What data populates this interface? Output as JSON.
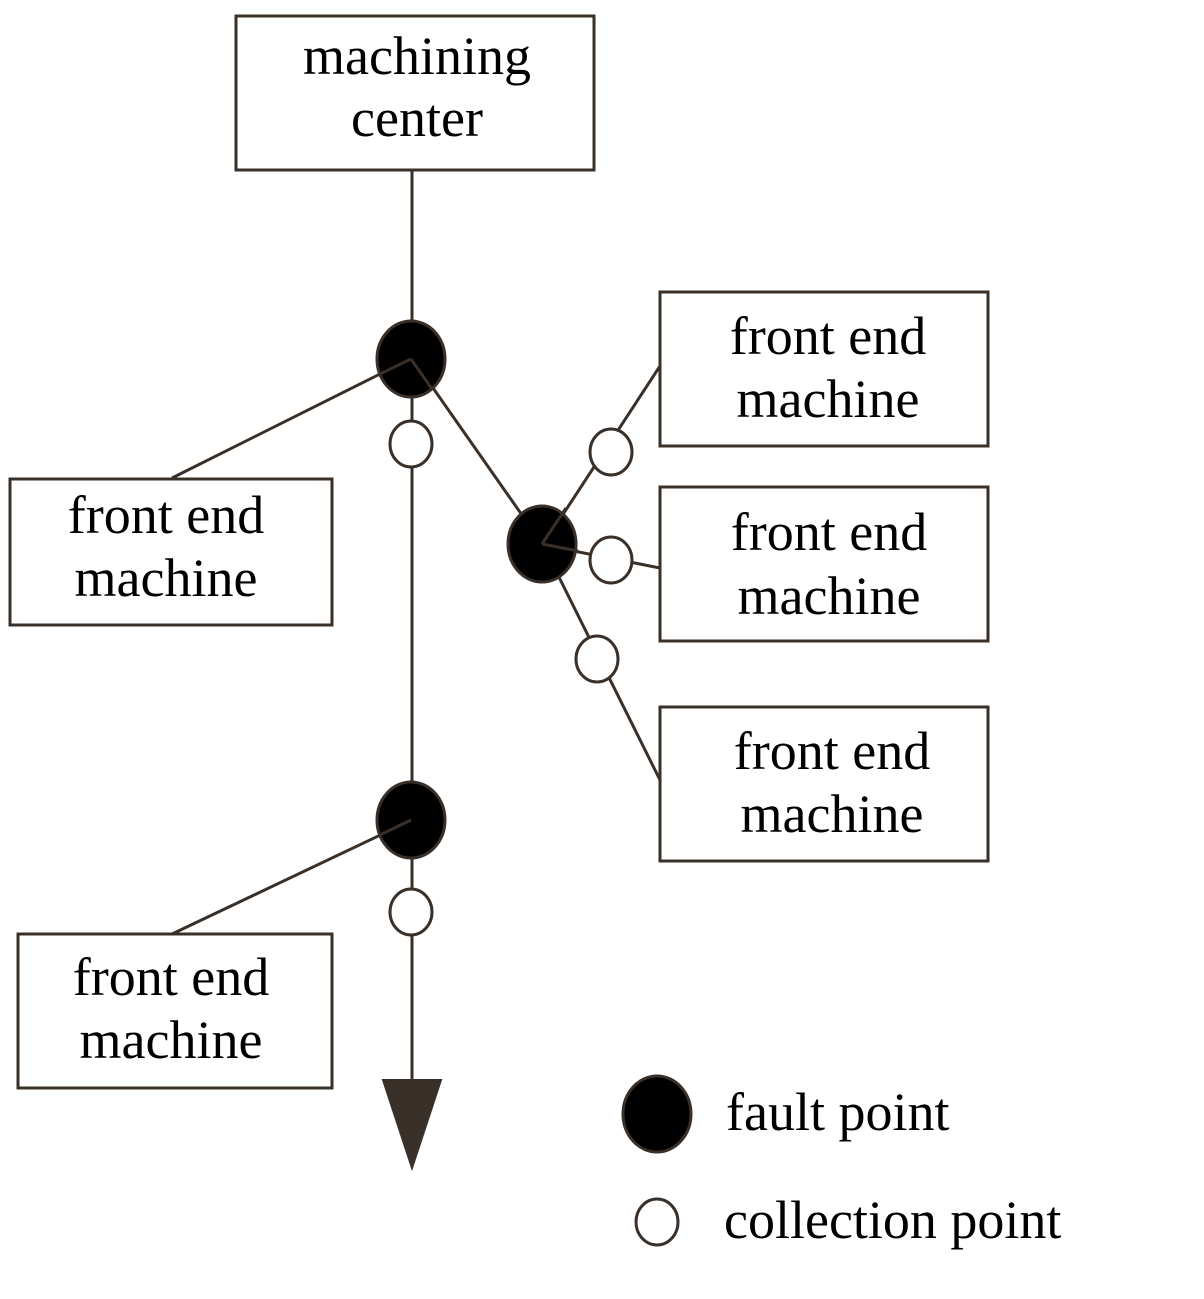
{
  "nodes": {
    "center": {
      "line1": "machining",
      "line2": "center"
    },
    "fem_left_top": {
      "line1": "front end",
      "line2": "machine"
    },
    "fem_left_bottom": {
      "line1": "front end",
      "line2": "machine"
    },
    "fem_right_1": {
      "line1": "front end",
      "line2": "machine"
    },
    "fem_right_2": {
      "line1": "front end",
      "line2": "machine"
    },
    "fem_right_3": {
      "line1": "front end",
      "line2": "machine"
    }
  },
  "legend": {
    "fault_label": "fault point",
    "collection_label": "collection point"
  },
  "colors": {
    "line": "#3a302a",
    "fault_fill": "#000000",
    "collection_fill": "#ffffff"
  }
}
